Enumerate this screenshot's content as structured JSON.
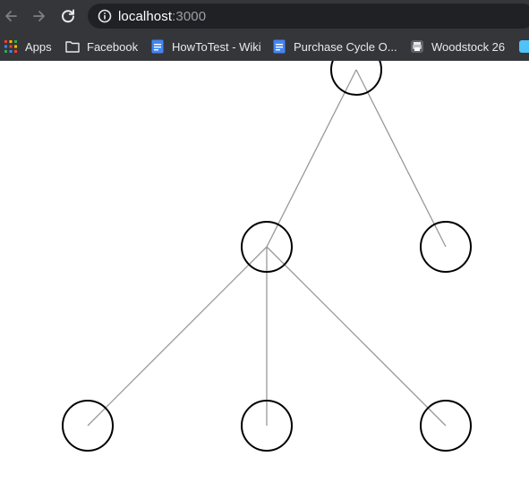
{
  "browser": {
    "nav": {
      "back_icon": "arrow-left-icon",
      "forward_icon": "arrow-right-icon",
      "reload_icon": "reload-icon"
    },
    "address": {
      "info_icon": "info-icon",
      "host": "localhost",
      "port": ":3000"
    },
    "bookmarks": [
      {
        "label": "Apps",
        "icon": "apps-grid-icon"
      },
      {
        "label": "Facebook",
        "icon": "folder-icon"
      },
      {
        "label": "HowToTest - Wiki",
        "icon": "document-icon"
      },
      {
        "label": "Purchase Cycle O...",
        "icon": "document-icon"
      },
      {
        "label": "Woodstock 26",
        "icon": "printer-icon"
      }
    ],
    "colors": {
      "chrome_bg": "#35363a",
      "address_bg": "#202124",
      "text": "#e8eaed"
    }
  },
  "tree": {
    "nodes": [
      {
        "id": "root"
      },
      {
        "id": "a"
      },
      {
        "id": "b"
      },
      {
        "id": "a1"
      },
      {
        "id": "a2"
      },
      {
        "id": "a3"
      }
    ],
    "edges": [
      {
        "from": "root",
        "to": "a"
      },
      {
        "from": "root",
        "to": "b"
      },
      {
        "from": "a",
        "to": "a1"
      },
      {
        "from": "a",
        "to": "a2"
      },
      {
        "from": "a",
        "to": "a3"
      }
    ],
    "colors": {
      "node_border": "#000000",
      "edge": "#999999"
    }
  }
}
